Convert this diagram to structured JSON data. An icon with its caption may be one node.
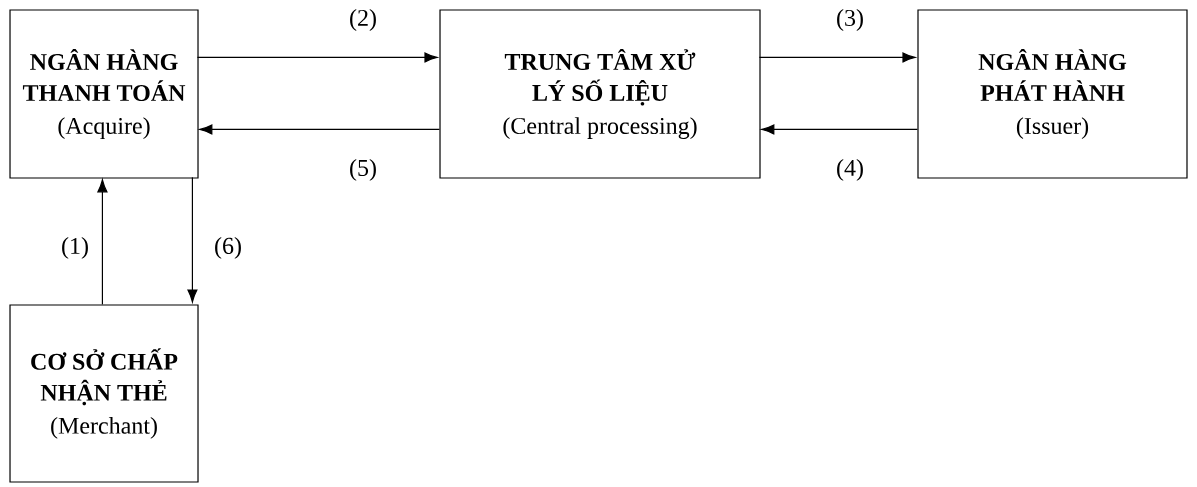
{
  "diagram": {
    "nodes": [
      {
        "text": [
          "NGÂN HÀNG THANH TOÁN",
          "(Acquire)"
        ]
      },
      {
        "text": [
          "TRUNG TÂM XỬ LÝ SỐ LIỆU",
          "(Central processing)"
        ]
      },
      {
        "text": [
          "NGÂN HÀNG PHÁT HÀNH",
          "(Issuer)"
        ]
      },
      {
        "text": [
          "CƠ SỞ CHẤP NHẬN THẺ",
          "(Merchant)"
        ]
      }
    ],
    "edges": [
      {
        "from": 3,
        "to": 0,
        "arrow": "to",
        "label": "(1)"
      },
      {
        "from": 0,
        "to": 1,
        "arrow": "to",
        "label": "(2)"
      },
      {
        "from": 1,
        "to": 2,
        "arrow": "to",
        "label": "(3)"
      },
      {
        "from": 2,
        "to": 1,
        "arrow": "to",
        "label": "(4)"
      },
      {
        "from": 1,
        "to": 0,
        "arrow": "to",
        "label": "(5)"
      },
      {
        "from": 0,
        "to": 3,
        "arrow": "to",
        "label": "(6)"
      }
    ]
  }
}
